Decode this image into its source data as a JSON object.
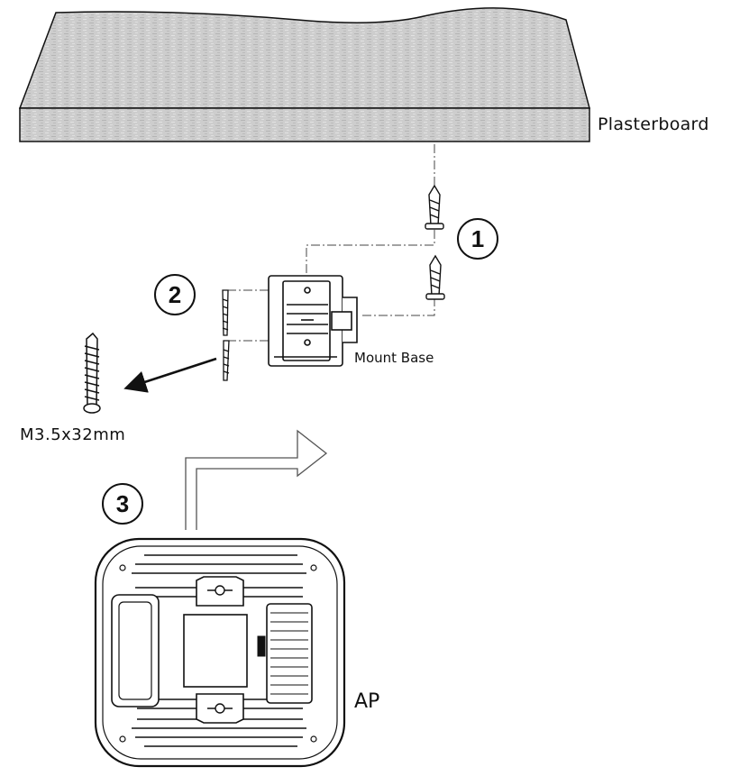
{
  "labels": {
    "plasterboard": "Plasterboard",
    "mount_base": "Mount Base",
    "screw": "M3.5x32mm",
    "ap": "AP"
  },
  "steps": [
    "1",
    "2",
    "3"
  ],
  "colors": {
    "line": "#111111",
    "board_fill": "#cfcfcf",
    "board_side": "#bdbdbd"
  }
}
